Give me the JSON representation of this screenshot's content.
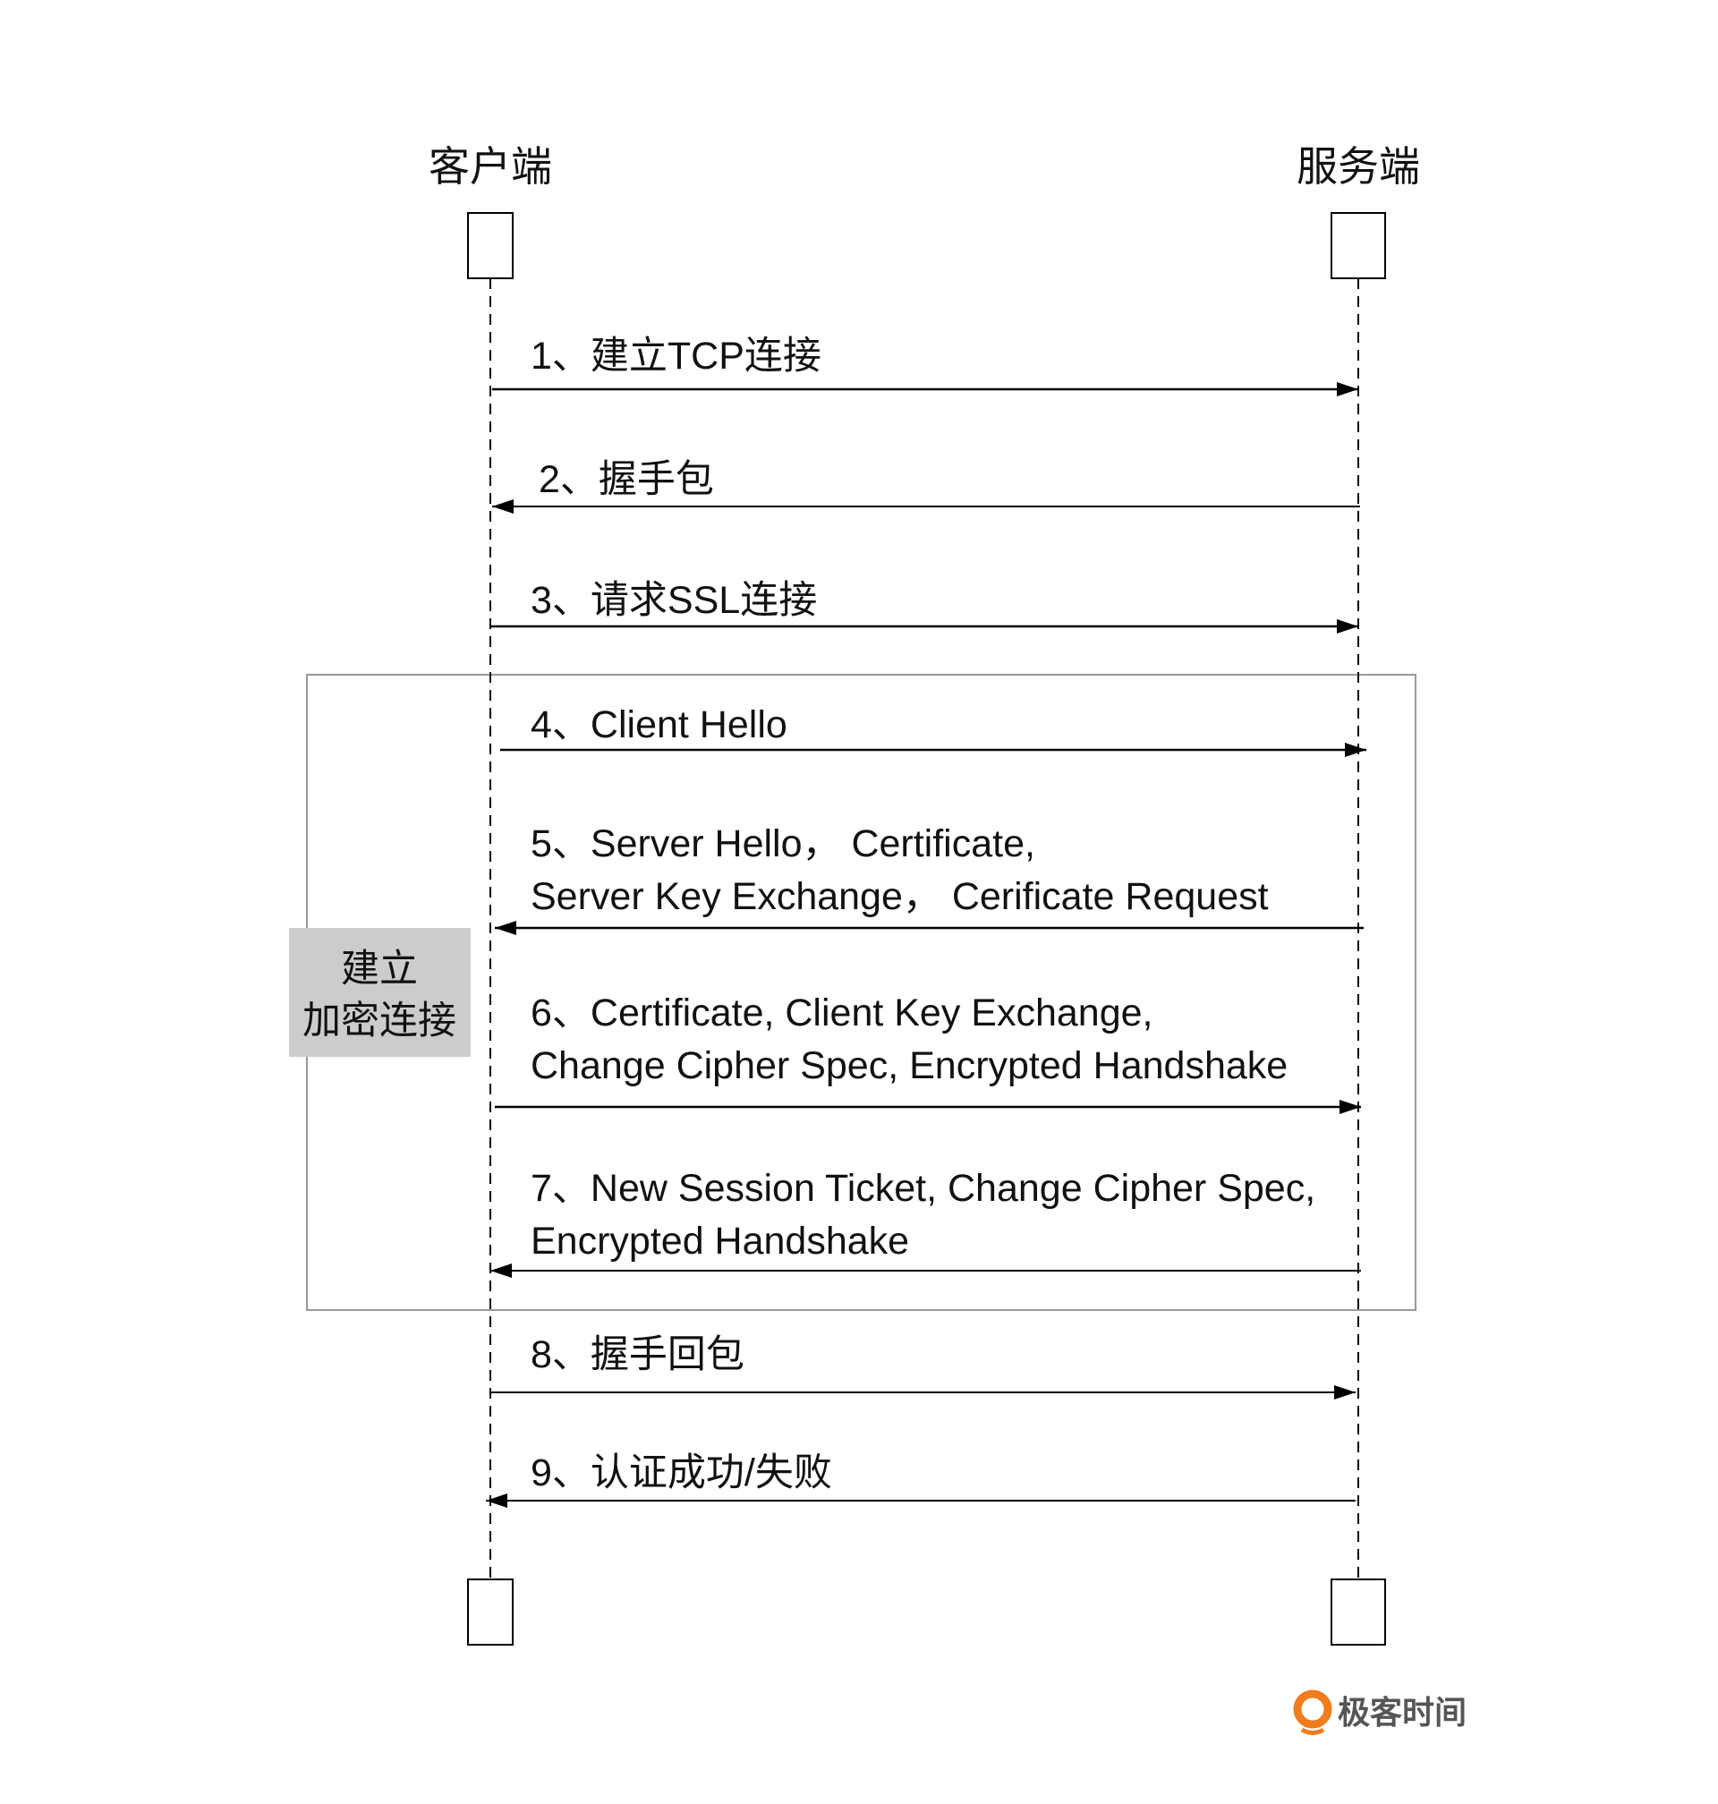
{
  "participants": {
    "client": "客户端",
    "server": "服务端"
  },
  "group": {
    "line1": "建立",
    "line2": "加密连接"
  },
  "messages": [
    {
      "lines": [
        "1、建立TCP连接"
      ],
      "direction": "client-to-server"
    },
    {
      "lines": [
        "2、握手包"
      ],
      "direction": "server-to-client"
    },
    {
      "lines": [
        "3、请求SSL连接"
      ],
      "direction": "client-to-server"
    },
    {
      "lines": [
        "4、Client Hello"
      ],
      "direction": "client-to-server"
    },
    {
      "lines": [
        "5、Server Hello， Certificate,",
        "Server Key Exchange， Cerificate Request"
      ],
      "direction": "server-to-client"
    },
    {
      "lines": [
        "6、Certificate, Client Key Exchange,",
        "Change Cipher Spec, Encrypted Handshake"
      ],
      "direction": "client-to-server"
    },
    {
      "lines": [
        "7、New Session Ticket, Change Cipher Spec,",
        "Encrypted Handshake"
      ],
      "direction": "server-to-client"
    },
    {
      "lines": [
        "8、握手回包"
      ],
      "direction": "client-to-server"
    },
    {
      "lines": [
        "9、认证成功/失败"
      ],
      "direction": "server-to-client"
    }
  ],
  "logo": {
    "text": "极客时间",
    "color": "#f07c1e"
  }
}
